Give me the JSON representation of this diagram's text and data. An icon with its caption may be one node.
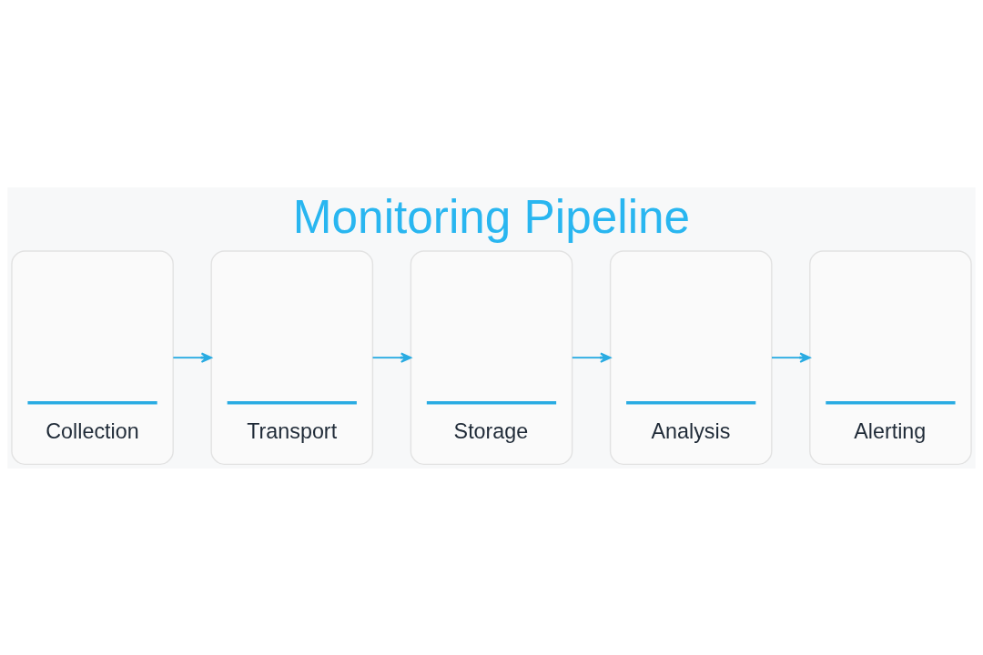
{
  "diagram": {
    "title": "Monitoring Pipeline",
    "nodes": [
      {
        "text": [
          "Collection"
        ]
      },
      {
        "text": [
          "Transport"
        ]
      },
      {
        "text": [
          "Storage"
        ]
      },
      {
        "text": [
          "Analysis"
        ]
      },
      {
        "text": [
          "Alerting"
        ]
      }
    ],
    "edges": [
      {
        "from": 0,
        "to": 1,
        "arrow": "to"
      },
      {
        "from": 1,
        "to": 2,
        "arrow": "to"
      },
      {
        "from": 2,
        "to": 3,
        "arrow": "to"
      },
      {
        "from": 3,
        "to": 4,
        "arrow": "to"
      }
    ]
  }
}
